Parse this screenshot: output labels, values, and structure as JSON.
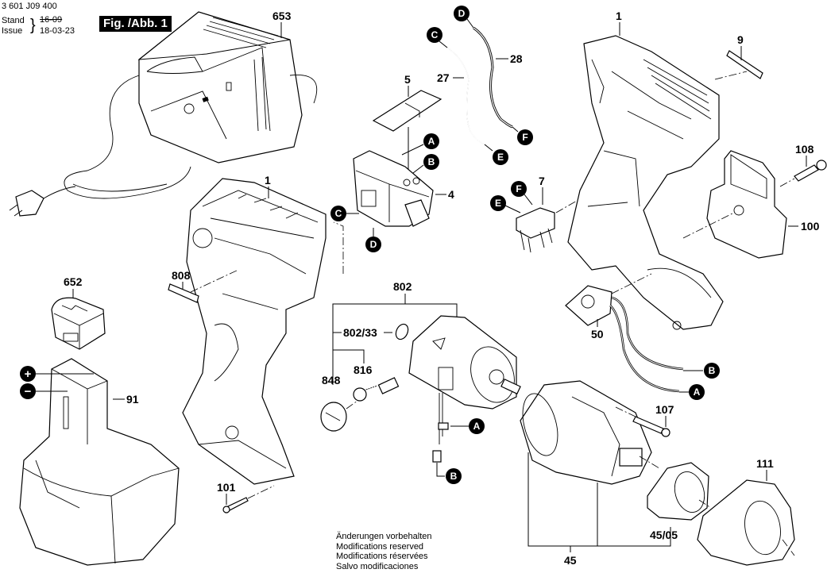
{
  "header": {
    "doc_number": "3 601 J09 400",
    "stand_label": "Stand",
    "issue_label": "Issue",
    "old_date_struck": "16-09",
    "issue_date": "18-03-23",
    "figure_label": "Fig. /Abb. 1"
  },
  "footer": {
    "lines": [
      "Änderungen vorbehalten",
      "Modifications reserved",
      "Modifications réservées",
      "Salvo modificaciones"
    ]
  },
  "parts": {
    "p653": "653",
    "p1_left": "1",
    "p1_right": "1",
    "p5": "5",
    "p4": "4",
    "p27": "27",
    "p28": "28",
    "p7": "7",
    "p9": "9",
    "p108": "108",
    "p100": "100",
    "p652": "652",
    "p808": "808",
    "p91": "91",
    "p802": "802",
    "p802_33": "802/33",
    "p816": "816",
    "p848": "848",
    "p50": "50",
    "p107": "107",
    "p101": "101",
    "p45": "45",
    "p45_05": "45/05",
    "p111": "111"
  },
  "connectors": {
    "A": "A",
    "B": "B",
    "C": "C",
    "D": "D",
    "E": "E",
    "F": "F",
    "plus": "+",
    "minus": "−"
  }
}
